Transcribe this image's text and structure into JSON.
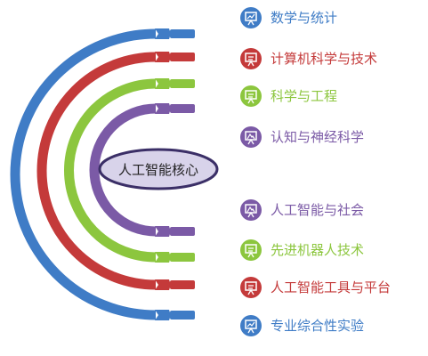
{
  "center": {
    "label": "人工智能核心"
  },
  "colors": {
    "blue": "#3f7cc6",
    "red": "#c43a3a",
    "green": "#8cc63e",
    "purple": "#7b5aa6",
    "center_fill": "#d8d3ea",
    "center_stroke": "#3b2f67"
  },
  "topics": [
    {
      "label": "数学与统计",
      "color": "#3f7cc6",
      "icon": "chart-board-icon"
    },
    {
      "label": "计算机科学与技术",
      "color": "#c43a3a",
      "icon": "presentation-board-icon"
    },
    {
      "label": "科学与工程",
      "color": "#8cc63e",
      "icon": "presentation-board-icon"
    },
    {
      "label": "认知与神经科学",
      "color": "#7b5aa6",
      "icon": "mountain-board-icon"
    },
    {
      "label": "人工智能与社会",
      "color": "#7b5aa6",
      "icon": "mountain-board-icon"
    },
    {
      "label": "先进机器人技术",
      "color": "#8cc63e",
      "icon": "presentation-board-icon"
    },
    {
      "label": "人工智能工具与平台",
      "color": "#c43a3a",
      "icon": "presentation-board-icon"
    },
    {
      "label": "专业综合性实验",
      "color": "#3f7cc6",
      "icon": "chart-board-icon"
    }
  ]
}
